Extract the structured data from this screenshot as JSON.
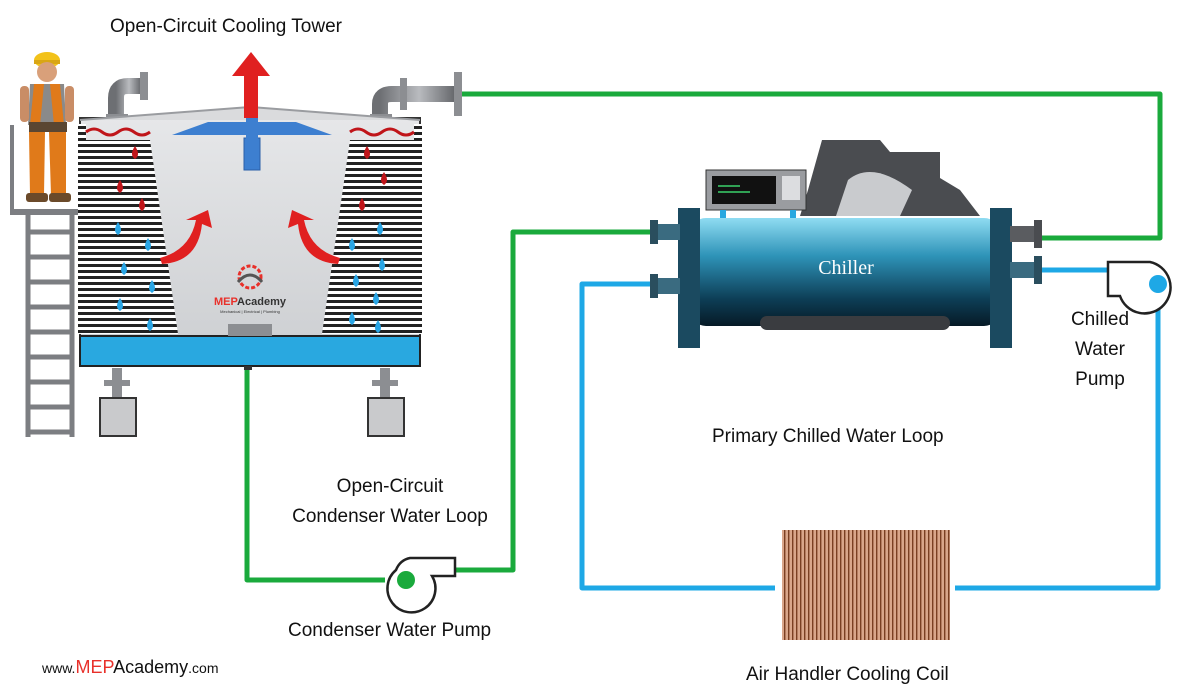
{
  "labels": {
    "tower_title": "Open-Circuit Cooling Tower",
    "condenser_loop_line1": "Open-Circuit",
    "condenser_loop_line2": "Condenser Water Loop",
    "condenser_pump": "Condenser Water Pump",
    "primary_loop": "Primary Chilled Water Loop",
    "chw_pump_line1": "Chilled",
    "chw_pump_line2": "Water",
    "chw_pump_line3": "Pump",
    "chiller": "Chiller",
    "ahu_coil": "Air Handler Cooling Coil"
  },
  "logo": {
    "name_part1": "MEP",
    "name_part2": "Academy",
    "tagline": "Mechanical | Electrical | Plumbing"
  },
  "footer": {
    "prefix": "www.",
    "brand1": "MEP",
    "brand2": "Academy",
    "suffix": ".com"
  },
  "colors": {
    "condenser_loop": "#1aaa3c",
    "chilled_loop": "#1ea8e6",
    "hot_water": "#c0151a",
    "cold_water": "#2aa6e6",
    "basin": "#29a8e0",
    "airflow_arrow": "#e02020",
    "brand_red": "#e8302a"
  },
  "icons": [
    "worker-icon",
    "ladder-icon",
    "fan-exhaust-arrow-icon",
    "pump-icon",
    "chiller-icon",
    "cooling-coil-icon",
    "gear-logo-icon"
  ]
}
